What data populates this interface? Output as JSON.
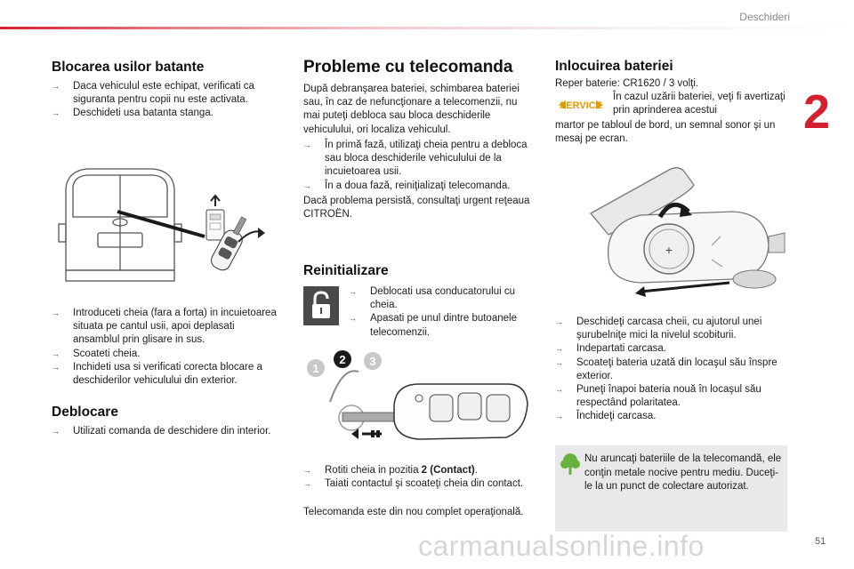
{
  "header": {
    "section_title": "Deschideri",
    "chapter_number": "2",
    "page_number": "51"
  },
  "col1": {
    "title": "Blocarea usilor batante",
    "bullets_top": [
      "Daca vehiculul este echipat, verificati ca siguranta pentru copii nu este activata.",
      "Deschideti usa batanta stanga."
    ],
    "bullets_bottom": [
      "Introduceti cheia (fara a forta) in incuietoarea situata pe cantul usii, apoi deplasati ansamblul prin glisare in sus.",
      "Scoateti cheia.",
      "Inchideti usa si verificati corecta blocare a deschiderilor vehiculului din exterior."
    ],
    "subtitle": "Deblocare",
    "deblocare_bullets": [
      "Utilizati comanda de deschidere din interior."
    ]
  },
  "col2": {
    "title": "Probleme cu telecomanda",
    "intro": "După debranşarea bateriei, schimbarea bateriei sau, în caz de nefuncţionare a telecomenzii, nu mai puteţi debloca sau bloca deschiderile vehiculului, ori localiza vehiculul.",
    "bullets": [
      "În primă fază, utilizaţi cheia pentru a debloca sau bloca deschiderile vehiculului de la incuietoarea usii.",
      "În a doua fază, reiniţializaţi telecomanda."
    ],
    "outro": "Dacă problema persistă, consultaţi urgent reţeaua CITROËN.",
    "subtitle": "Reinitializare",
    "reinit_bullets": [
      "Deblocati usa conducatorului cu cheia.",
      "Apasati pe unul dintre butoanele telecomenzii."
    ],
    "step_labels": [
      "1",
      "2",
      "3"
    ],
    "final_bullet1_pre": "Rotiti cheia in pozitia ",
    "final_bullet1_bold": "2 (Contact)",
    "final_bullet1_post": ".",
    "final_bullet2": "Taiati contactul şi scoateţi cheia din contact.",
    "final_text": "Telecomanda este din nou complet operaţională."
  },
  "col3": {
    "title": "Inlocuirea bateriei",
    "battery_ref": "Reper baterie: CR1620 / 3 volţi.",
    "service_label": "SERVICE",
    "warning_lead": "În cazul uzării bateriei, veţi fi avertizaţi prin aprinderea acestui",
    "warning_rest": "martor pe tabloul de bord, un semnal sonor şi un mesaj pe ecran.",
    "battery_symbol": "+",
    "steps": [
      "Deschideţi carcasa cheii, cu ajutorul unei şurubelniţe mici la nivelul scobiturii.",
      "Indepartati carcasa.",
      "Scoateţi bateria uzată din locaşul său înspre exterior.",
      "Puneţi înapoi bateria nouă în locaşul său respectând polaritatea.",
      "Închideţi carcasa."
    ],
    "note": "Nu aruncaţi bateriile de la telecomandă, ele conţin metale nocive pentru mediu. Duceţi-le la un punct de colectare autorizat."
  },
  "footer": {
    "watermark": "carmanualsonline.info"
  },
  "colors": {
    "accent_red": "#d3202e",
    "note_bg": "#e9e9e9",
    "eco_green": "#6ab23e"
  }
}
